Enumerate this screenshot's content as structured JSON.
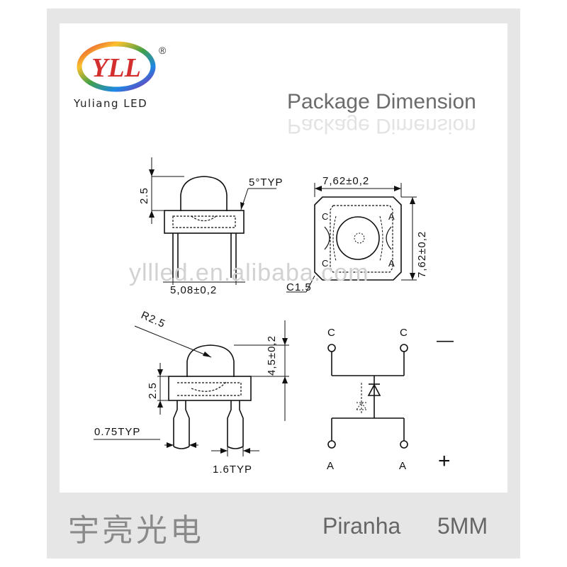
{
  "brand": {
    "logo_text": "YLL",
    "registered_mark": "®",
    "name": "Yuliang LED"
  },
  "title": "Package Dimension",
  "watermark": "yllled.en.alibaba.com",
  "labels": {
    "height_top": "2.5",
    "angle": "5°TYP",
    "width_top": "7,62±0,2",
    "length_side": "7,62±0,2",
    "pin_pitch": "5,08±0,2",
    "chamfer": "C1.5",
    "radius": "R2.5",
    "total_height": "4,5±0,2",
    "height_bottom": "2.5",
    "pin_width": "0.75TYP",
    "pin_gap": "1.6TYP"
  },
  "circuit": {
    "cathode_left": "C",
    "cathode_right": "C",
    "anode_left": "A",
    "anode_right": "A",
    "minus": "—",
    "plus": "+",
    "pad_c_top": "C",
    "pad_c_bottom": "C",
    "pad_a_top": "A",
    "pad_a_bottom": "A"
  },
  "footer": {
    "chinese_name": "宇亮光电",
    "model": "Piranha",
    "size": "5MM"
  }
}
